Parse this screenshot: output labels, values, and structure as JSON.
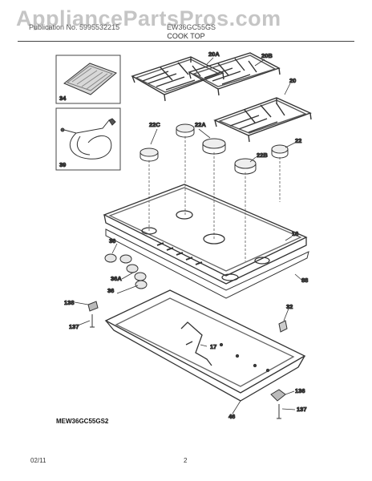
{
  "watermark": "AppliancePartsPros.com",
  "header": {
    "left": "Publication No. 5995532215",
    "right": "EW36GC55GS"
  },
  "section_title": "COOK TOP",
  "callouts": [
    "20A",
    "20B",
    "20",
    "22C",
    "22A",
    "22B",
    "22",
    "16",
    "36",
    "36A",
    "36",
    "88",
    "138",
    "137",
    "32",
    "17",
    "136",
    "137",
    "46",
    "34",
    "39"
  ],
  "model_number": "MEW36GC55GS2",
  "footer": {
    "date": "02/11",
    "page": "2"
  }
}
